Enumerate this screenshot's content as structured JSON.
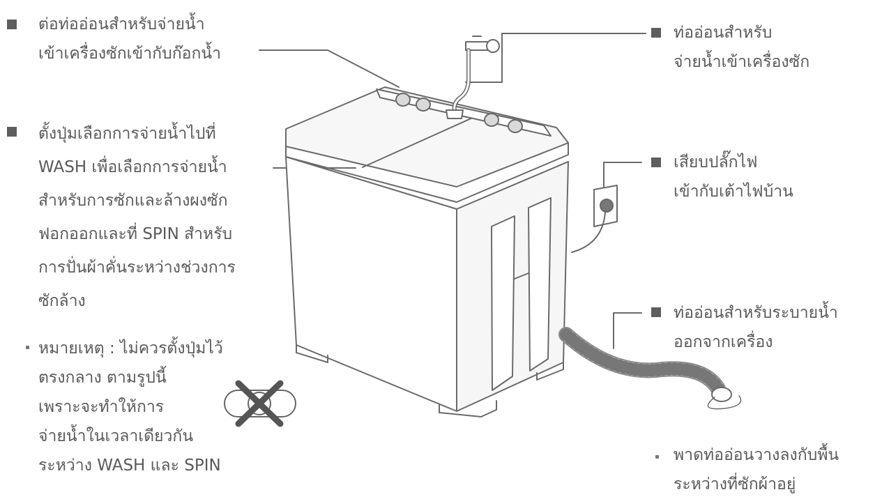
{
  "notes": {
    "inlet_connect": {
      "lines": [
        "ต่อท่ออ่อนสำหรับจ่ายน้ำ",
        "เข้าเครื่องซักเข้ากับก๊อกน้ำ"
      ]
    },
    "inlet_hose": {
      "lines": [
        "ท่ออ่อนสำหรับ",
        "จ่ายน้ำเข้าเครื่องซัก"
      ]
    },
    "selector": {
      "lines": [
        "ตั้งปุ่มเลือกการจ่ายน้ำไปที่",
        "WASH  เพื่อเลือกการจ่ายน้ำ",
        "สำหรับการซักและล้างผงซัก",
        "ฟอกออกและที่  SPIN สำหรับ",
        "การปั่นผ้าคั่นระหว่างช่วงการ",
        "ซักล้าง"
      ]
    },
    "plug": {
      "lines": [
        "เสียบปลั๊กไฟ",
        "เข้ากับเต้าไฟบ้าน"
      ]
    },
    "drain_hose": {
      "lines": [
        "ท่ออ่อนสำหรับระบายน้ำ",
        "ออกจากเครื่อง"
      ]
    },
    "caution": {
      "lines": [
        "หมายเหตุ  :  ไม่ควรตั้งปุ่มไว้",
        "ตรงกลาง ตามรูปนี้",
        "เพราะจะทำให้การ",
        "จ่ายน้ำในเวลาเดียวกัน",
        "ระหว่าง WASH  และ  SPIN"
      ]
    },
    "drain_place": {
      "lines": [
        "พาดท่ออ่อนวางลงกับพื้น",
        "ระหว่างที่ซักผ้าอยู่"
      ]
    }
  },
  "colors": {
    "ink": "#5a5a5a",
    "outline": "#6a6a6a",
    "shade": "#e8e8e8"
  },
  "icons": [
    "square-bullet-icon",
    "dot-bullet-icon",
    "prohibited-selector-icon"
  ]
}
